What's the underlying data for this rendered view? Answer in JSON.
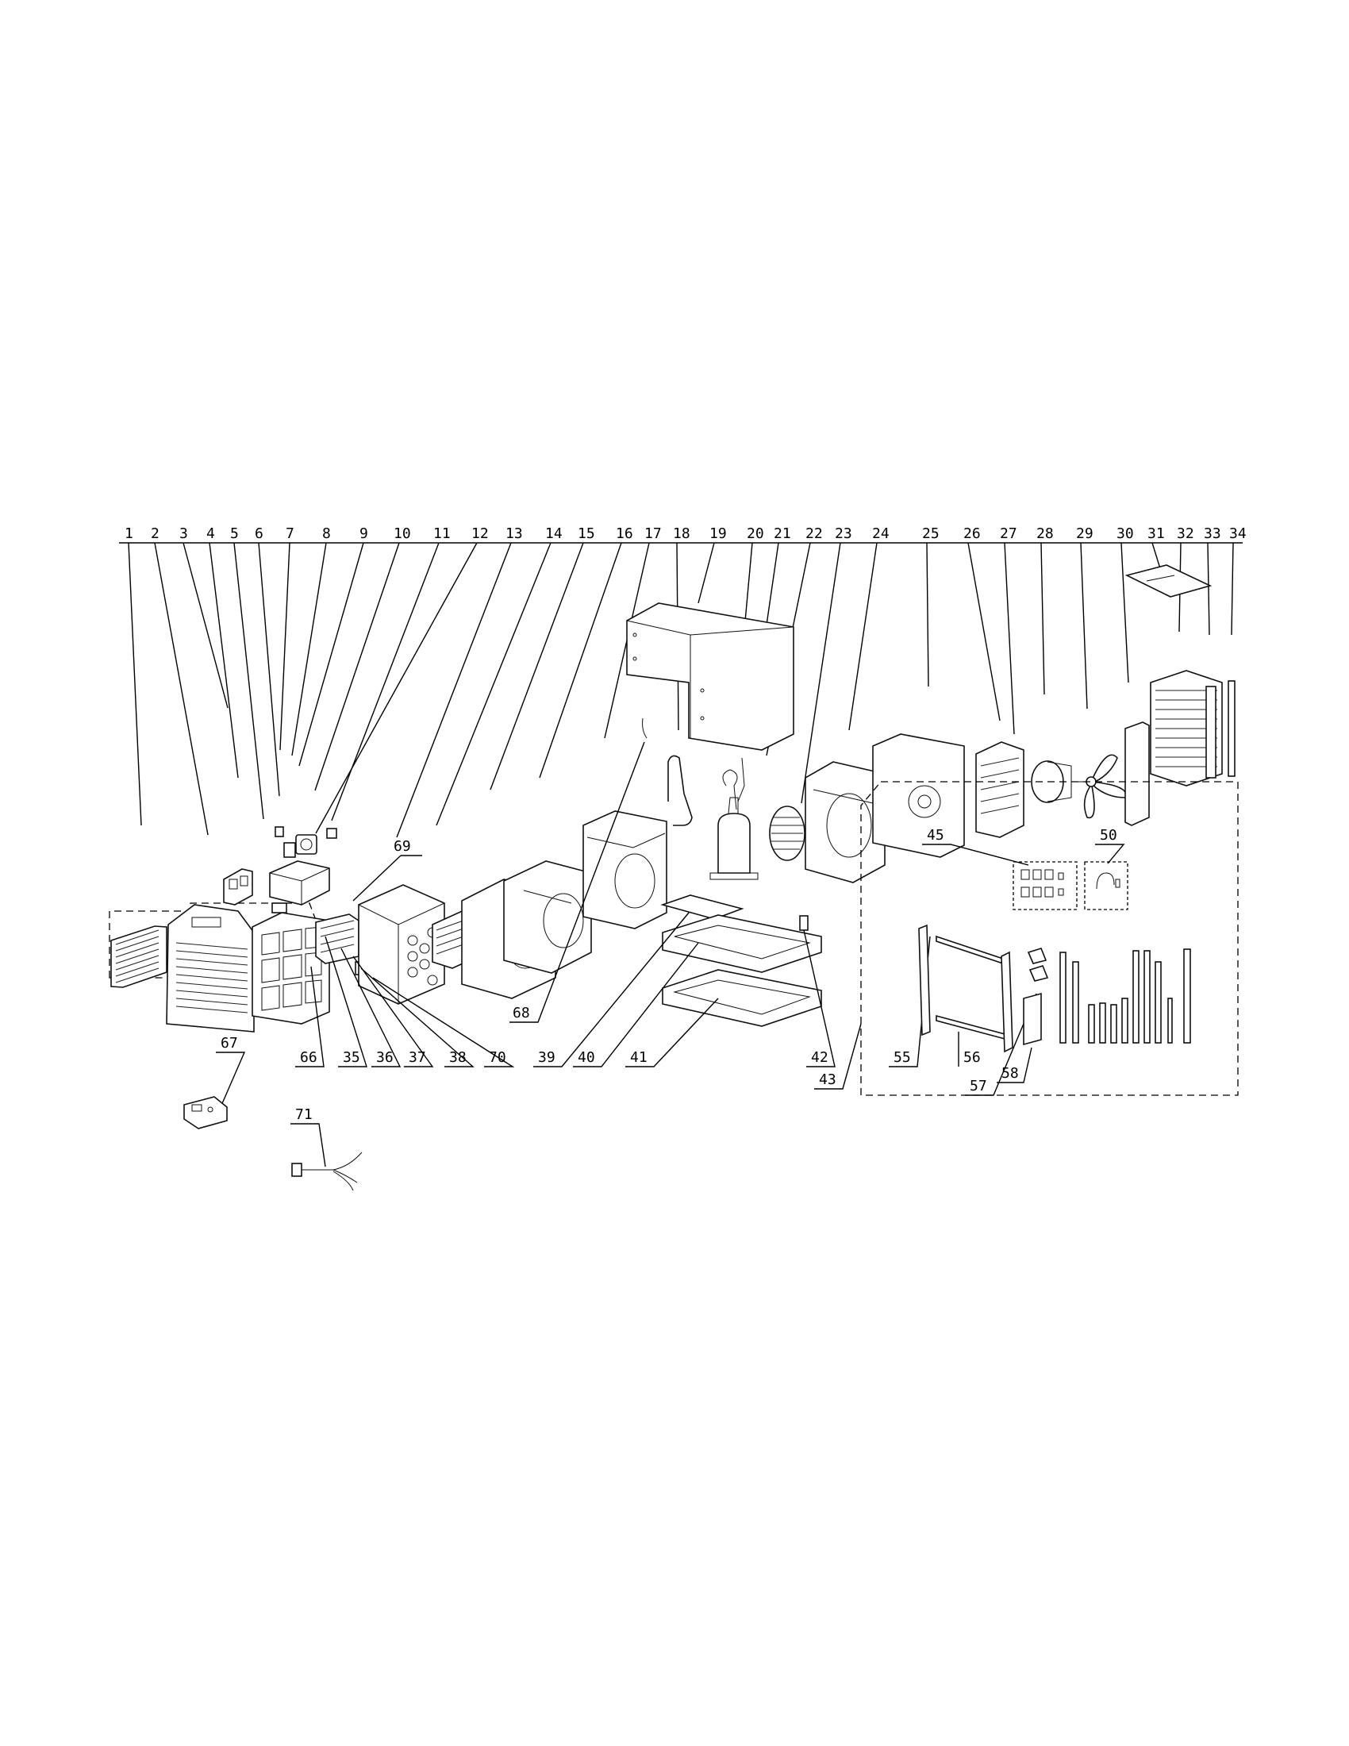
{
  "diagram": {
    "top_callouts": [
      "1",
      "2",
      "3",
      "4",
      "5",
      "6",
      "7",
      "8",
      "9",
      "10",
      "11",
      "12",
      "13",
      "14",
      "15",
      "16",
      "17",
      "18",
      "19",
      "20",
      "21",
      "22",
      "23",
      "24",
      "25",
      "26",
      "27",
      "28",
      "29",
      "30",
      "31",
      "32",
      "33",
      "34"
    ],
    "bottom_callouts": [
      "66",
      "35",
      "36",
      "37",
      "38",
      "70",
      "39",
      "40",
      "41",
      "42",
      "43"
    ],
    "kit_callouts": [
      "45",
      "50",
      "55",
      "56",
      "57",
      "58"
    ],
    "other_callouts": [
      "69",
      "68",
      "67",
      "71"
    ]
  }
}
